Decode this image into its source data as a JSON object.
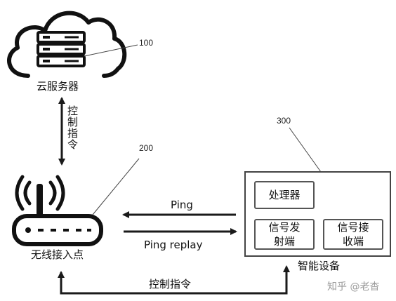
{
  "nodes": {
    "cloud_server": {
      "label": "云服务器",
      "ref": "100"
    },
    "access_point": {
      "label": "无线接入点",
      "ref": "200"
    },
    "smart_device": {
      "label": "智能设备",
      "ref": "300",
      "processor": "处理器",
      "signal_tx_line1": "信号发",
      "signal_tx_line2": "射端",
      "signal_rx_line1": "信号接",
      "signal_rx_line2": "收端"
    }
  },
  "edges": {
    "cloud_ap": "控制指令",
    "ping": "Ping",
    "ping_reply": "Ping replay",
    "bottom_control": "控制指令"
  },
  "watermark": {
    "site": "知乎",
    "author": "@老杳"
  },
  "colors": {
    "line": "#1a1a1a",
    "box_border": "#555555",
    "watermark": "#9a9a9a"
  }
}
